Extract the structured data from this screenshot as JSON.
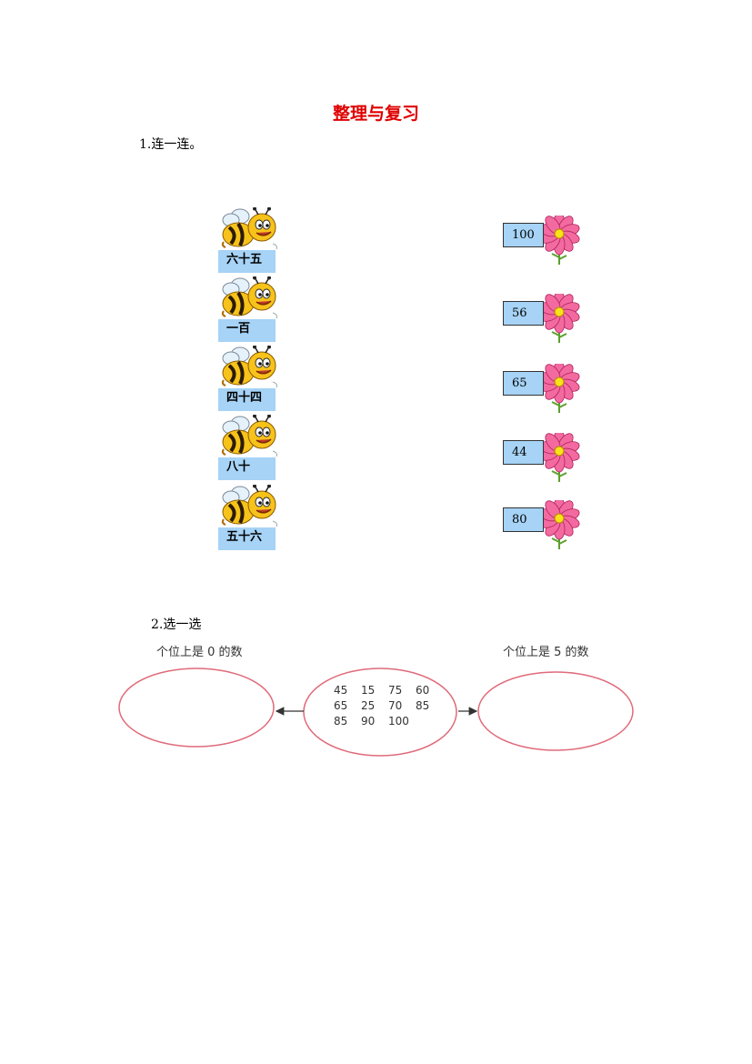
{
  "title": "整理与复习",
  "q1": {
    "label": "1.连一连。",
    "bees": [
      "六十五",
      "一百",
      "四十四",
      "八十",
      "五十六"
    ],
    "flowers": [
      "100",
      "56",
      "65",
      "44",
      "80"
    ]
  },
  "q2": {
    "label": "2.选一选",
    "left_caption": "个位上是 0 的数",
    "right_caption": "个位上是 5 的数",
    "numbers": [
      "45",
      "15",
      "75",
      "60",
      "65",
      "25",
      "70",
      "85",
      "85",
      "90",
      "100"
    ]
  },
  "colors": {
    "title": "#e00000",
    "label_bg": "#a6d3f6",
    "ellipse": "#e06a7a",
    "petal": "#f26aa0"
  }
}
